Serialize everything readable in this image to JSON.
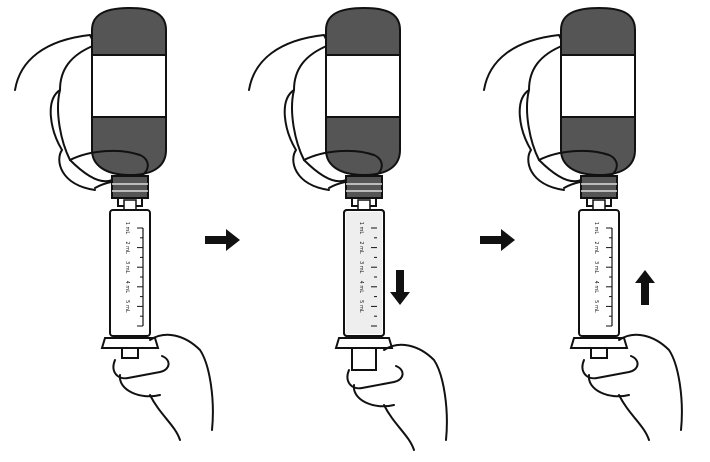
{
  "colors": {
    "bottle_dark": "#555555",
    "outline": "#111111",
    "liquid": "#eeeeee"
  },
  "syringe_marks": [
    "1 mL",
    "2 mL",
    "3 mL",
    "4 mL",
    "5 mL"
  ],
  "steps": [
    {
      "name": "insert-syringe",
      "arrow": "none"
    },
    {
      "name": "pull-plunger",
      "arrow": "down"
    },
    {
      "name": "push-plunger",
      "arrow": "up"
    }
  ]
}
